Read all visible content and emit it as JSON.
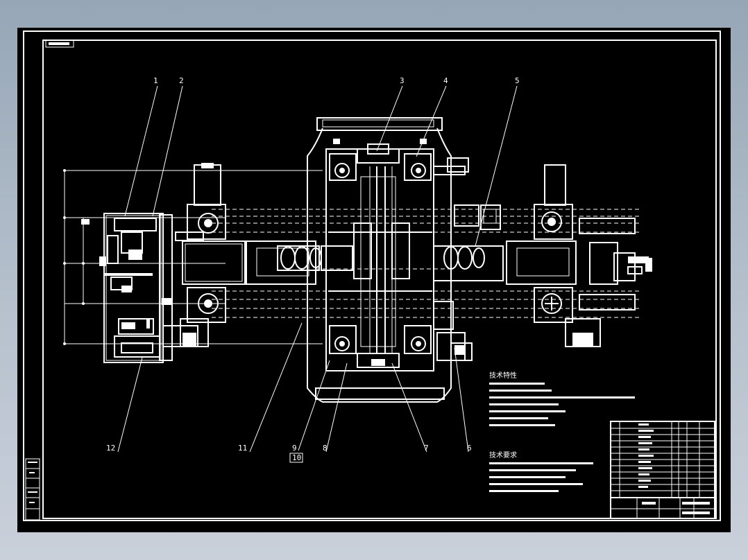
{
  "drawing": {
    "callouts": [
      "1",
      "2",
      "3",
      "4",
      "5",
      "6",
      "7",
      "8",
      "9",
      "10",
      "11",
      "12"
    ],
    "notes": [
      {
        "heading": "技术特性"
      },
      {
        "heading": "技术要求"
      }
    ]
  },
  "colors": {
    "background": "#000000",
    "lines": "#ffffff",
    "desktop": "#a9b5c3"
  }
}
